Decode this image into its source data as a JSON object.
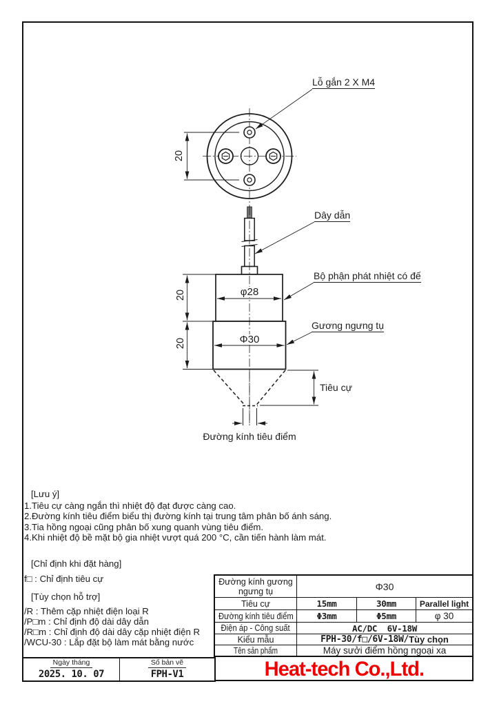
{
  "drawing": {
    "labels": {
      "mounting_hole": "Lỗ gắn 2 X M4",
      "lead_wire": "Dây dẫn",
      "heater_unit": "Bộ phận phát nhiệt có đế",
      "condenser_mirror": "Gương ngưng tụ",
      "focal_length": "Tiêu cự",
      "focal_diameter": "Đường kính tiêu điểm"
    },
    "dims": {
      "hole_pitch": "20",
      "heater_height": "20",
      "mirror_height": "20",
      "heater_diameter": "φ28",
      "mirror_diameter": "Φ30"
    }
  },
  "notes": {
    "title": "[Lưu ý]",
    "items": [
      "1.Tiêu cự càng ngắn thì nhiệt độ đạt được càng cao.",
      "2.Đường kính tiêu điểm biểu thị đường kính tại trung tâm phân bố ánh sáng.",
      "3.Tia hồng ngoại cũng phân bố xung quanh vùng tiêu điểm.",
      "4.Khi nhiệt độ bề mặt bộ gia nhiệt vượt quá 200 °C, cần tiến hành làm mát."
    ]
  },
  "ordering": {
    "title": "[Chỉ định khi đặt hàng]",
    "items": [
      "f□ : Chỉ định tiêu cự"
    ]
  },
  "options": {
    "title": "[Tùy chọn hỗ trợ]",
    "items": [
      "/R : Thêm cặp nhiệt điện loại R",
      "/P□m : Chỉ định độ dài dây dẫn",
      "/R□m : Chỉ định độ dài dây cặp nhiệt điện R",
      "/WCU-30 : Lắp đặt bộ làm mát bằng nước"
    ]
  },
  "spec_table": {
    "rows": {
      "r1": {
        "label": "Đường kính gương ngưng tụ",
        "value": "Φ30"
      },
      "r2": {
        "label": "Tiêu cự",
        "v1": "15mm",
        "v2": "30mm",
        "v3": "Parallel light"
      },
      "r3": {
        "label": "Đường kính tiêu điểm",
        "v1": "Φ3mm",
        "v2": "Φ5mm",
        "v3": "φ 30"
      },
      "r4": {
        "label": "Điện áp - Công suất",
        "value": "AC/DC  6V-18W"
      },
      "r5": {
        "label": "Kiểu mẫu",
        "value_model": "FPH-30/f□/6V-18W/",
        "value_option": "Tùy chọn"
      },
      "r6": {
        "label": "Tên sản phẩm",
        "value": "Máy sưởi điểm hồng ngoại xa"
      }
    }
  },
  "title_block": {
    "date_label": "Ngày tháng",
    "date_value": "2025. 10. 07",
    "drawing_no_label": "Số bản vẽ",
    "drawing_no_value": "FPH-V1"
  },
  "logo": {
    "company": "Heat-tech Co.,Ltd.",
    "color": "#ee0000"
  }
}
